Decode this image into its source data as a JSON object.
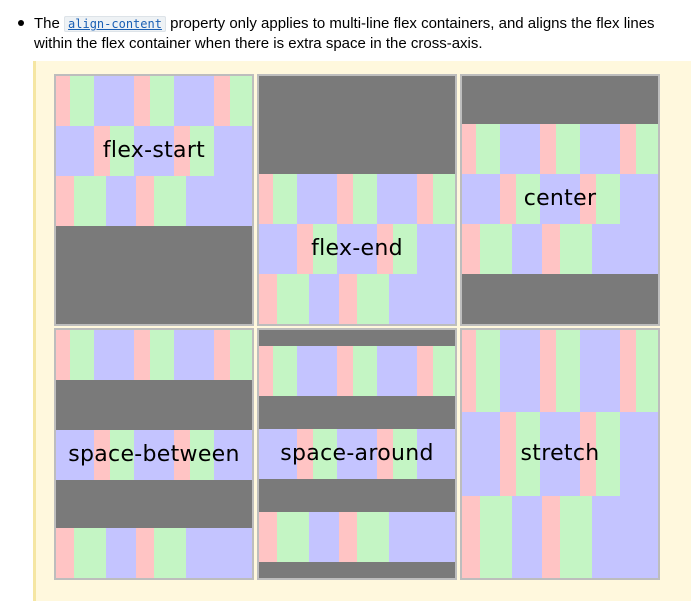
{
  "note": {
    "prefix": "The",
    "code": "align-content",
    "suffix": "property only applies to multi-line flex containers, and aligns the flex lines within the flex container when there is extra space in the cross-axis."
  },
  "colors": {
    "container_bg": "#7a7a7a",
    "item_pink": "#ffc4c4",
    "item_green": "#c4f5c4",
    "item_lavender": "#c4c4ff",
    "figure_bg": "#fff8dd"
  },
  "panels": [
    {
      "label": "flex-start"
    },
    {
      "label": "flex-end"
    },
    {
      "label": "center"
    },
    {
      "label": "space-between"
    },
    {
      "label": "space-around"
    },
    {
      "label": "stretch"
    }
  ]
}
